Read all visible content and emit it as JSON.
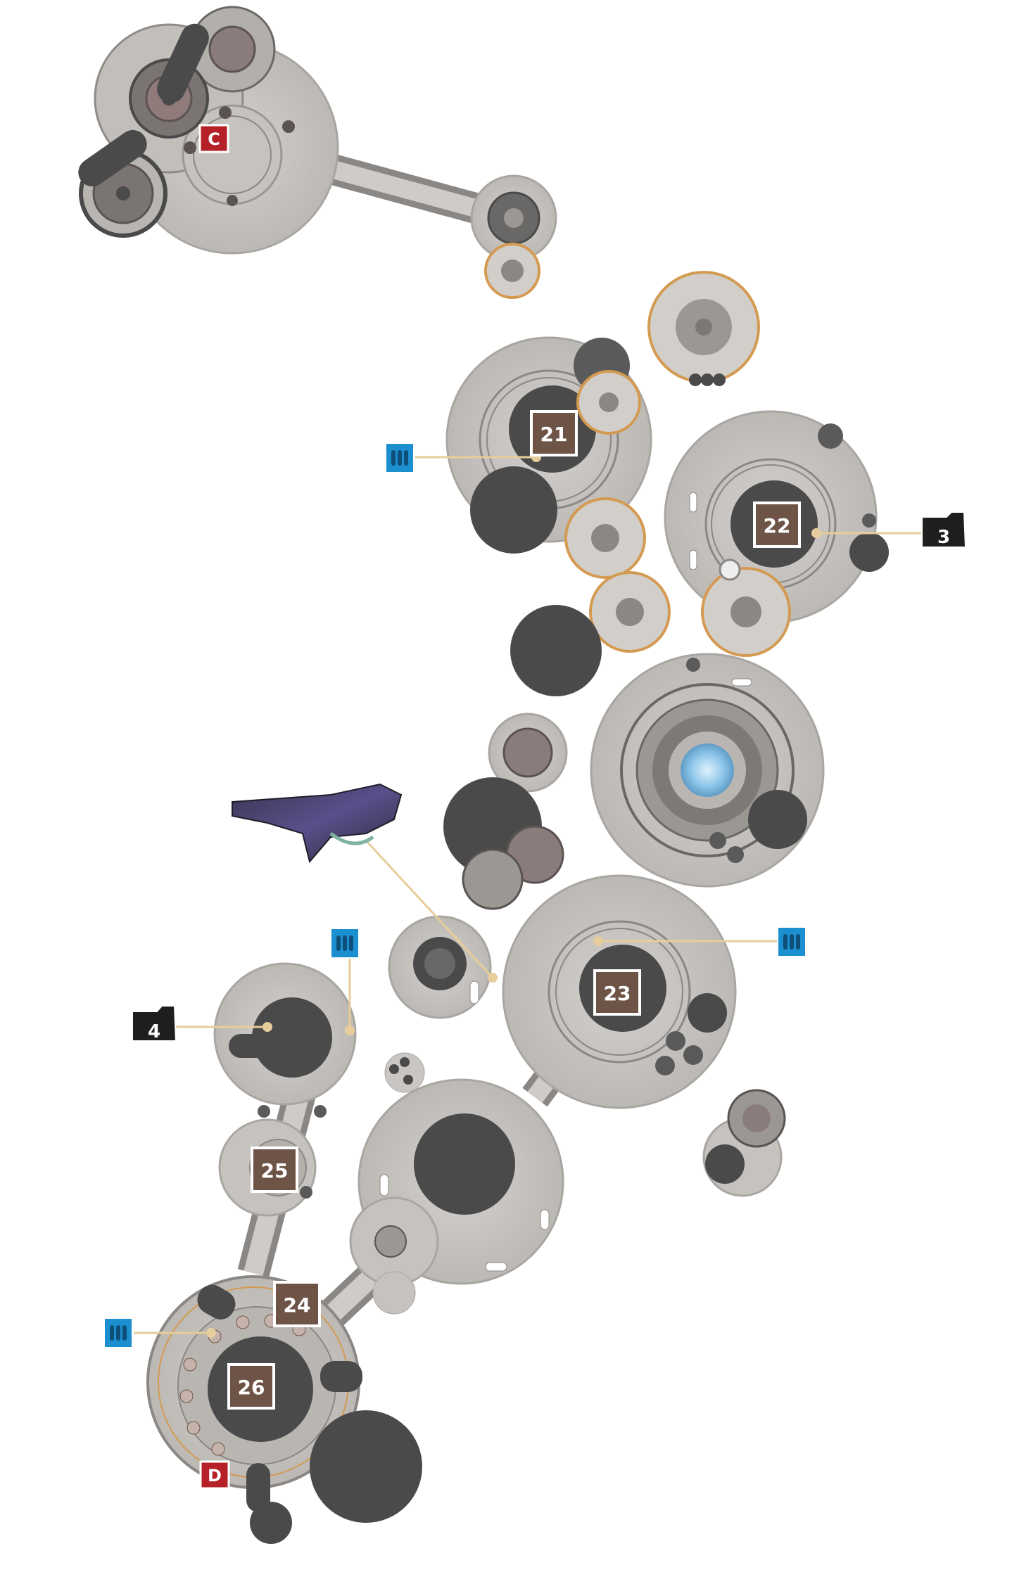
{
  "map": {
    "checkpoints": [
      {
        "id": "cp-c",
        "label": "C"
      },
      {
        "id": "cp-d",
        "label": "D"
      }
    ],
    "waypoints": [
      {
        "id": "wp-21",
        "label": "21"
      },
      {
        "id": "wp-22",
        "label": "22"
      },
      {
        "id": "wp-23",
        "label": "23"
      },
      {
        "id": "wp-24",
        "label": "24"
      },
      {
        "id": "wp-25",
        "label": "25"
      },
      {
        "id": "wp-26",
        "label": "26"
      }
    ],
    "intel_folders": [
      {
        "id": "folder-3",
        "label": "3"
      },
      {
        "id": "folder-4",
        "label": "4"
      }
    ],
    "ammo_markers": [
      {
        "id": "ammo-1",
        "icon": "ammo-crate-icon"
      },
      {
        "id": "ammo-2",
        "icon": "ammo-crate-icon"
      },
      {
        "id": "ammo-3",
        "icon": "ammo-crate-icon"
      },
      {
        "id": "ammo-4",
        "icon": "ammo-crate-icon"
      }
    ],
    "weapon_marker": {
      "icon": "alien-weapon-icon"
    },
    "colors": {
      "floor": "#c9c6c3",
      "floor_edge": "#a9a6a2",
      "dark_pit": "#4a4a4b",
      "waypoint_box": "#6e5446",
      "checkpoint_box": "#b52126",
      "folder_box": "#1e1e1e",
      "ammo_box": "#1c8fd1",
      "callout_line": "#e7cd9b",
      "orange_ring": "#d49a52",
      "energy_core": "#8fc7ea"
    }
  }
}
